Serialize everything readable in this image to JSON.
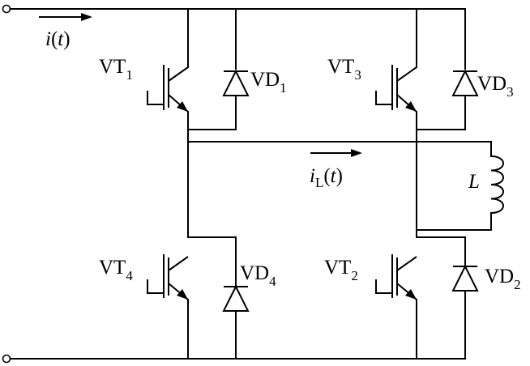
{
  "labels": {
    "vt1": {
      "base": "VT",
      "sub": "1"
    },
    "vt2": {
      "base": "VT",
      "sub": "2"
    },
    "vt3": {
      "base": "VT",
      "sub": "3"
    },
    "vt4": {
      "base": "VT",
      "sub": "4"
    },
    "vd1": {
      "base": "VD",
      "sub": "1"
    },
    "vd2": {
      "base": "VD",
      "sub": "2"
    },
    "vd3": {
      "base": "VD",
      "sub": "3"
    },
    "vd4": {
      "base": "VD",
      "sub": "4"
    },
    "i_source": {
      "var": "i",
      "open": "(",
      "arg": "t",
      "close": ")"
    },
    "i_load": {
      "var": "i",
      "sub": "L",
      "open": "(",
      "arg": "t",
      "close": ")"
    },
    "inductor": "L"
  }
}
